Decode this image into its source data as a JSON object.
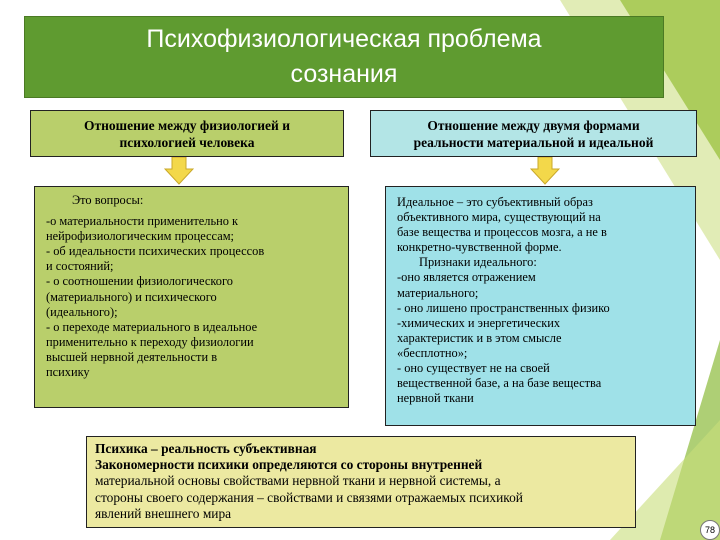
{
  "title": "Психофизиологическая проблема\nсознания",
  "left": {
    "header": "Отношение между физиологией и\nпсихологией человека",
    "intro": "Это вопросы:",
    "lines": [
      "-о материальности применительно к",
      "нейрофизиологическим процессам;",
      "- об идеальности психических процессов",
      "и состояний;",
      "- о соотношении физиологического",
      "(материального) и психического",
      "(идеального);",
      "- о переходе материального в идеальное",
      "применительно к переходу физиологии",
      "высшей нервной деятельности в",
      "психику"
    ]
  },
  "right": {
    "header": "Отношение между двумя формами\nреальности материальной и идеальной",
    "lines": [
      "Идеальное – это субъективный образ",
      "объективного мира, существующий на",
      "базе вещества и процессов мозга, а не в",
      "конкретно-чувственной форме.",
      "Признаки идеального:",
      "-оно является отражением",
      "материального;",
      "- оно лишено пространственных физико",
      "-химических и энергетических",
      "характеристик и в этом смысле",
      "«бесплотно»;",
      "- оно существует не на своей",
      "вещественной базе, а на базе вещества",
      "нервной ткани"
    ]
  },
  "bottom": {
    "line1": "Психика – реальность субъективная",
    "line2": "Закономерности психики определяются со стороны внутренней",
    "line3": "материальной основы свойствами нервной ткани и нервной системы, а",
    "line4": "стороны своего содержания – свойствами и связями отражаемых психикой",
    "line5": "явлений внешнего мира"
  },
  "page_number": "78",
  "colors": {
    "title_bg": "#5f9b30",
    "left_bg": "#b9cf6b",
    "right_header_bg": "#b3e5e6",
    "right_bg": "#9fe1e8",
    "bottom_bg": "#ece9a1",
    "arrow": "#f3d84a"
  }
}
